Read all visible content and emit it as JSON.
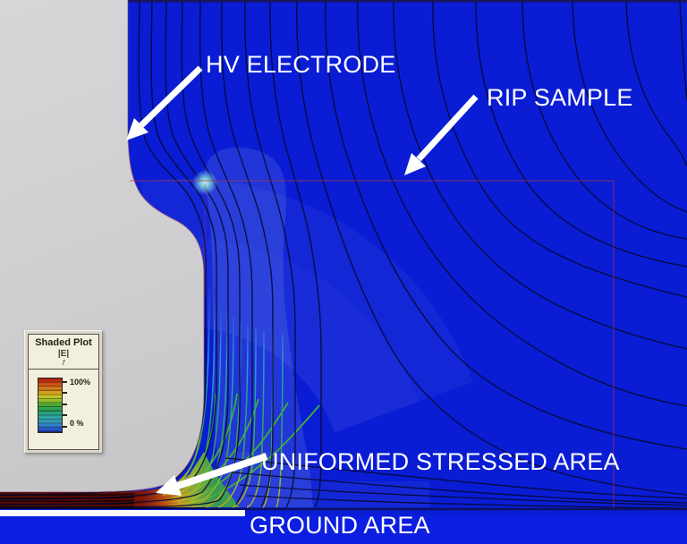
{
  "figure": {
    "type": "electric-field-simulation-shaded-plot",
    "annotations": {
      "hv_electrode": "HV ELECTRODE",
      "rip_sample": "RIP SAMPLE",
      "uniformed_stressed_area": "UNIFORMED STRESSED AREA",
      "ground_area": "GROUND AREA"
    }
  },
  "legend": {
    "title": "Shaded Plot",
    "quantity": "|E|",
    "subscript": "f",
    "max_label": "100%",
    "min_label": "0 %",
    "colorbar_top_to_bottom": [
      "#a81c10",
      "#c84414",
      "#d4701a",
      "#d89c1c",
      "#c8c428",
      "#8cbe2a",
      "#44a834",
      "#2aa05c",
      "#28a48c",
      "#30a4ac",
      "#3492c4",
      "#2a64c8",
      "#1c3cc0"
    ]
  },
  "colors": {
    "field_low_blue": "#0a1dd4",
    "field_high_dark_red": "#2e0400",
    "background_gray": "#cdcdcf",
    "field_line_dark": "#05082f",
    "sample_outline_red": "#b03448",
    "ground_bar_white": "#fbfbfb",
    "hot_spot_cyan": "#7fd8e0"
  }
}
